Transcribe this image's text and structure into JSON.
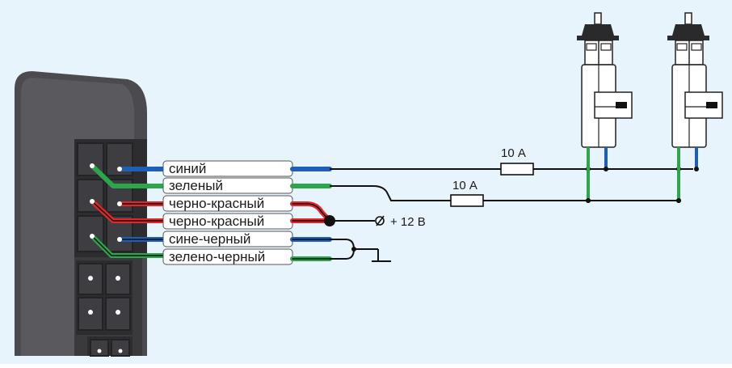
{
  "colors": {
    "background": "#e8f4fb",
    "blue": "#1f5fb8",
    "green": "#2ca64a",
    "red": "#e3262a",
    "black": "#111111",
    "unit_body": "#4a4a4e"
  },
  "wires": [
    {
      "label": "синий",
      "color": "blue"
    },
    {
      "label": "зеленый",
      "color": "green"
    },
    {
      "label": "черно-красный",
      "color": "red-black"
    },
    {
      "label": "черно-красный",
      "color": "red-black"
    },
    {
      "label": "сине-черный",
      "color": "blue-black"
    },
    {
      "label": "зелено-черный",
      "color": "green-black"
    }
  ],
  "fuses": [
    {
      "label": "10 А"
    },
    {
      "label": "10 А"
    }
  ],
  "power": {
    "symbol": "ø",
    "label": "+ 12 В"
  },
  "actuators": [
    {
      "icon": "actuator-icon"
    },
    {
      "icon": "actuator-icon"
    }
  ],
  "ground": {
    "icon": "ground-icon"
  }
}
